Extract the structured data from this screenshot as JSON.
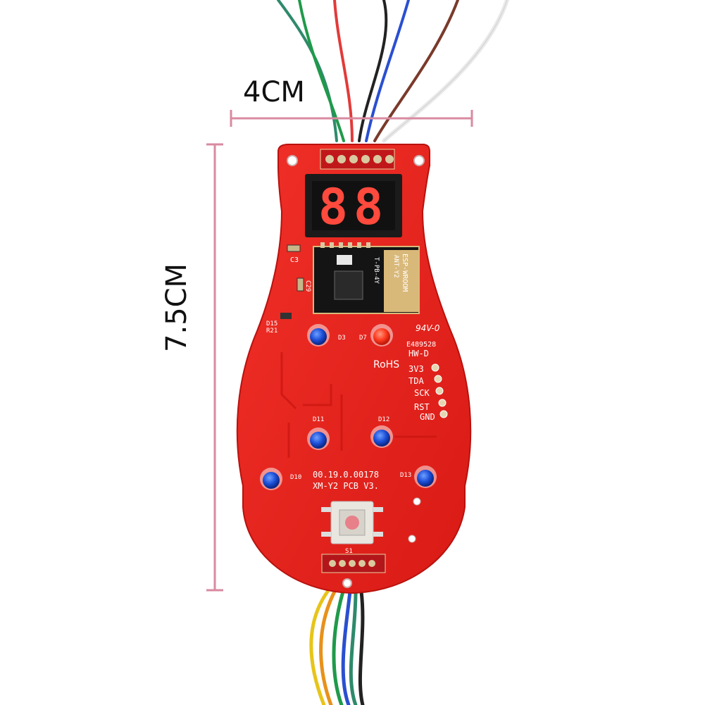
{
  "dimensions": {
    "width_label": "4CM",
    "height_label": "7.5CM",
    "line_color": "#d98aa0"
  },
  "board": {
    "color": "#e8231e",
    "display_digits": "88",
    "display_color": "#ff4a3d",
    "module_text": [
      "ESP-WROOM",
      "ANT-Y2",
      "T-PB-4Y"
    ],
    "labels": {
      "c3": "C3",
      "c29": "C29",
      "d15": "D15",
      "r21": "R21",
      "d3": "D3",
      "d7": "D7",
      "rating": "94V-0",
      "code": "E489528",
      "hw": "HW-D",
      "rohs": "RoHS",
      "d11": "D11",
      "d12": "D12",
      "d10": "D10",
      "d13": "D13",
      "version": "00.19.0.00178",
      "pcb": "XM-Y2 PCB V3.",
      "switch": "S1"
    },
    "pins": [
      "3V3",
      "TDA",
      "SCK",
      "RST",
      "GND"
    ]
  },
  "icons": {
    "leds": "led-icon",
    "button": "push-button-icon"
  }
}
